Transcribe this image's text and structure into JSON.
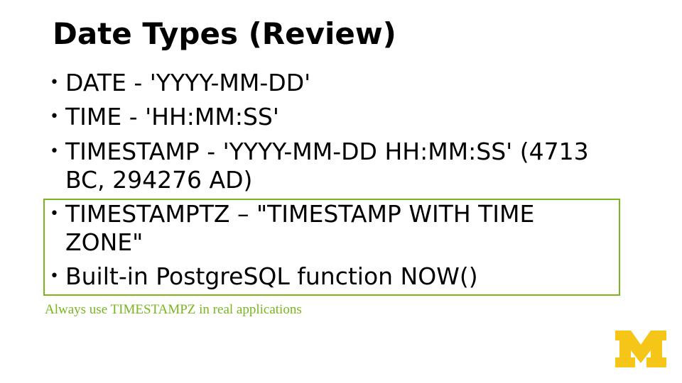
{
  "slide": {
    "title": "Date Types (Review)"
  },
  "bullets": [
    {
      "text": " DATE - 'YYYY-MM-DD'"
    },
    {
      "text": " TIME - 'HH:MM:SS'"
    },
    {
      "text": "TIMESTAMP - 'YYYY-MM-DD HH:MM:SS' (4713 BC, 294276 AD)"
    }
  ],
  "callout": {
    "bullets": [
      {
        "text": " TIMESTAMPTZ – \"TIMESTAMP WITH TIME ZONE\""
      },
      {
        "text": "Built-in PostgreSQL function NOW()"
      }
    ],
    "note": "Always use TIMESTAMPZ in real applications",
    "accent_color": "#7ab51d"
  },
  "logo": {
    "name": "block-m-logo",
    "color": "#f5c518"
  }
}
